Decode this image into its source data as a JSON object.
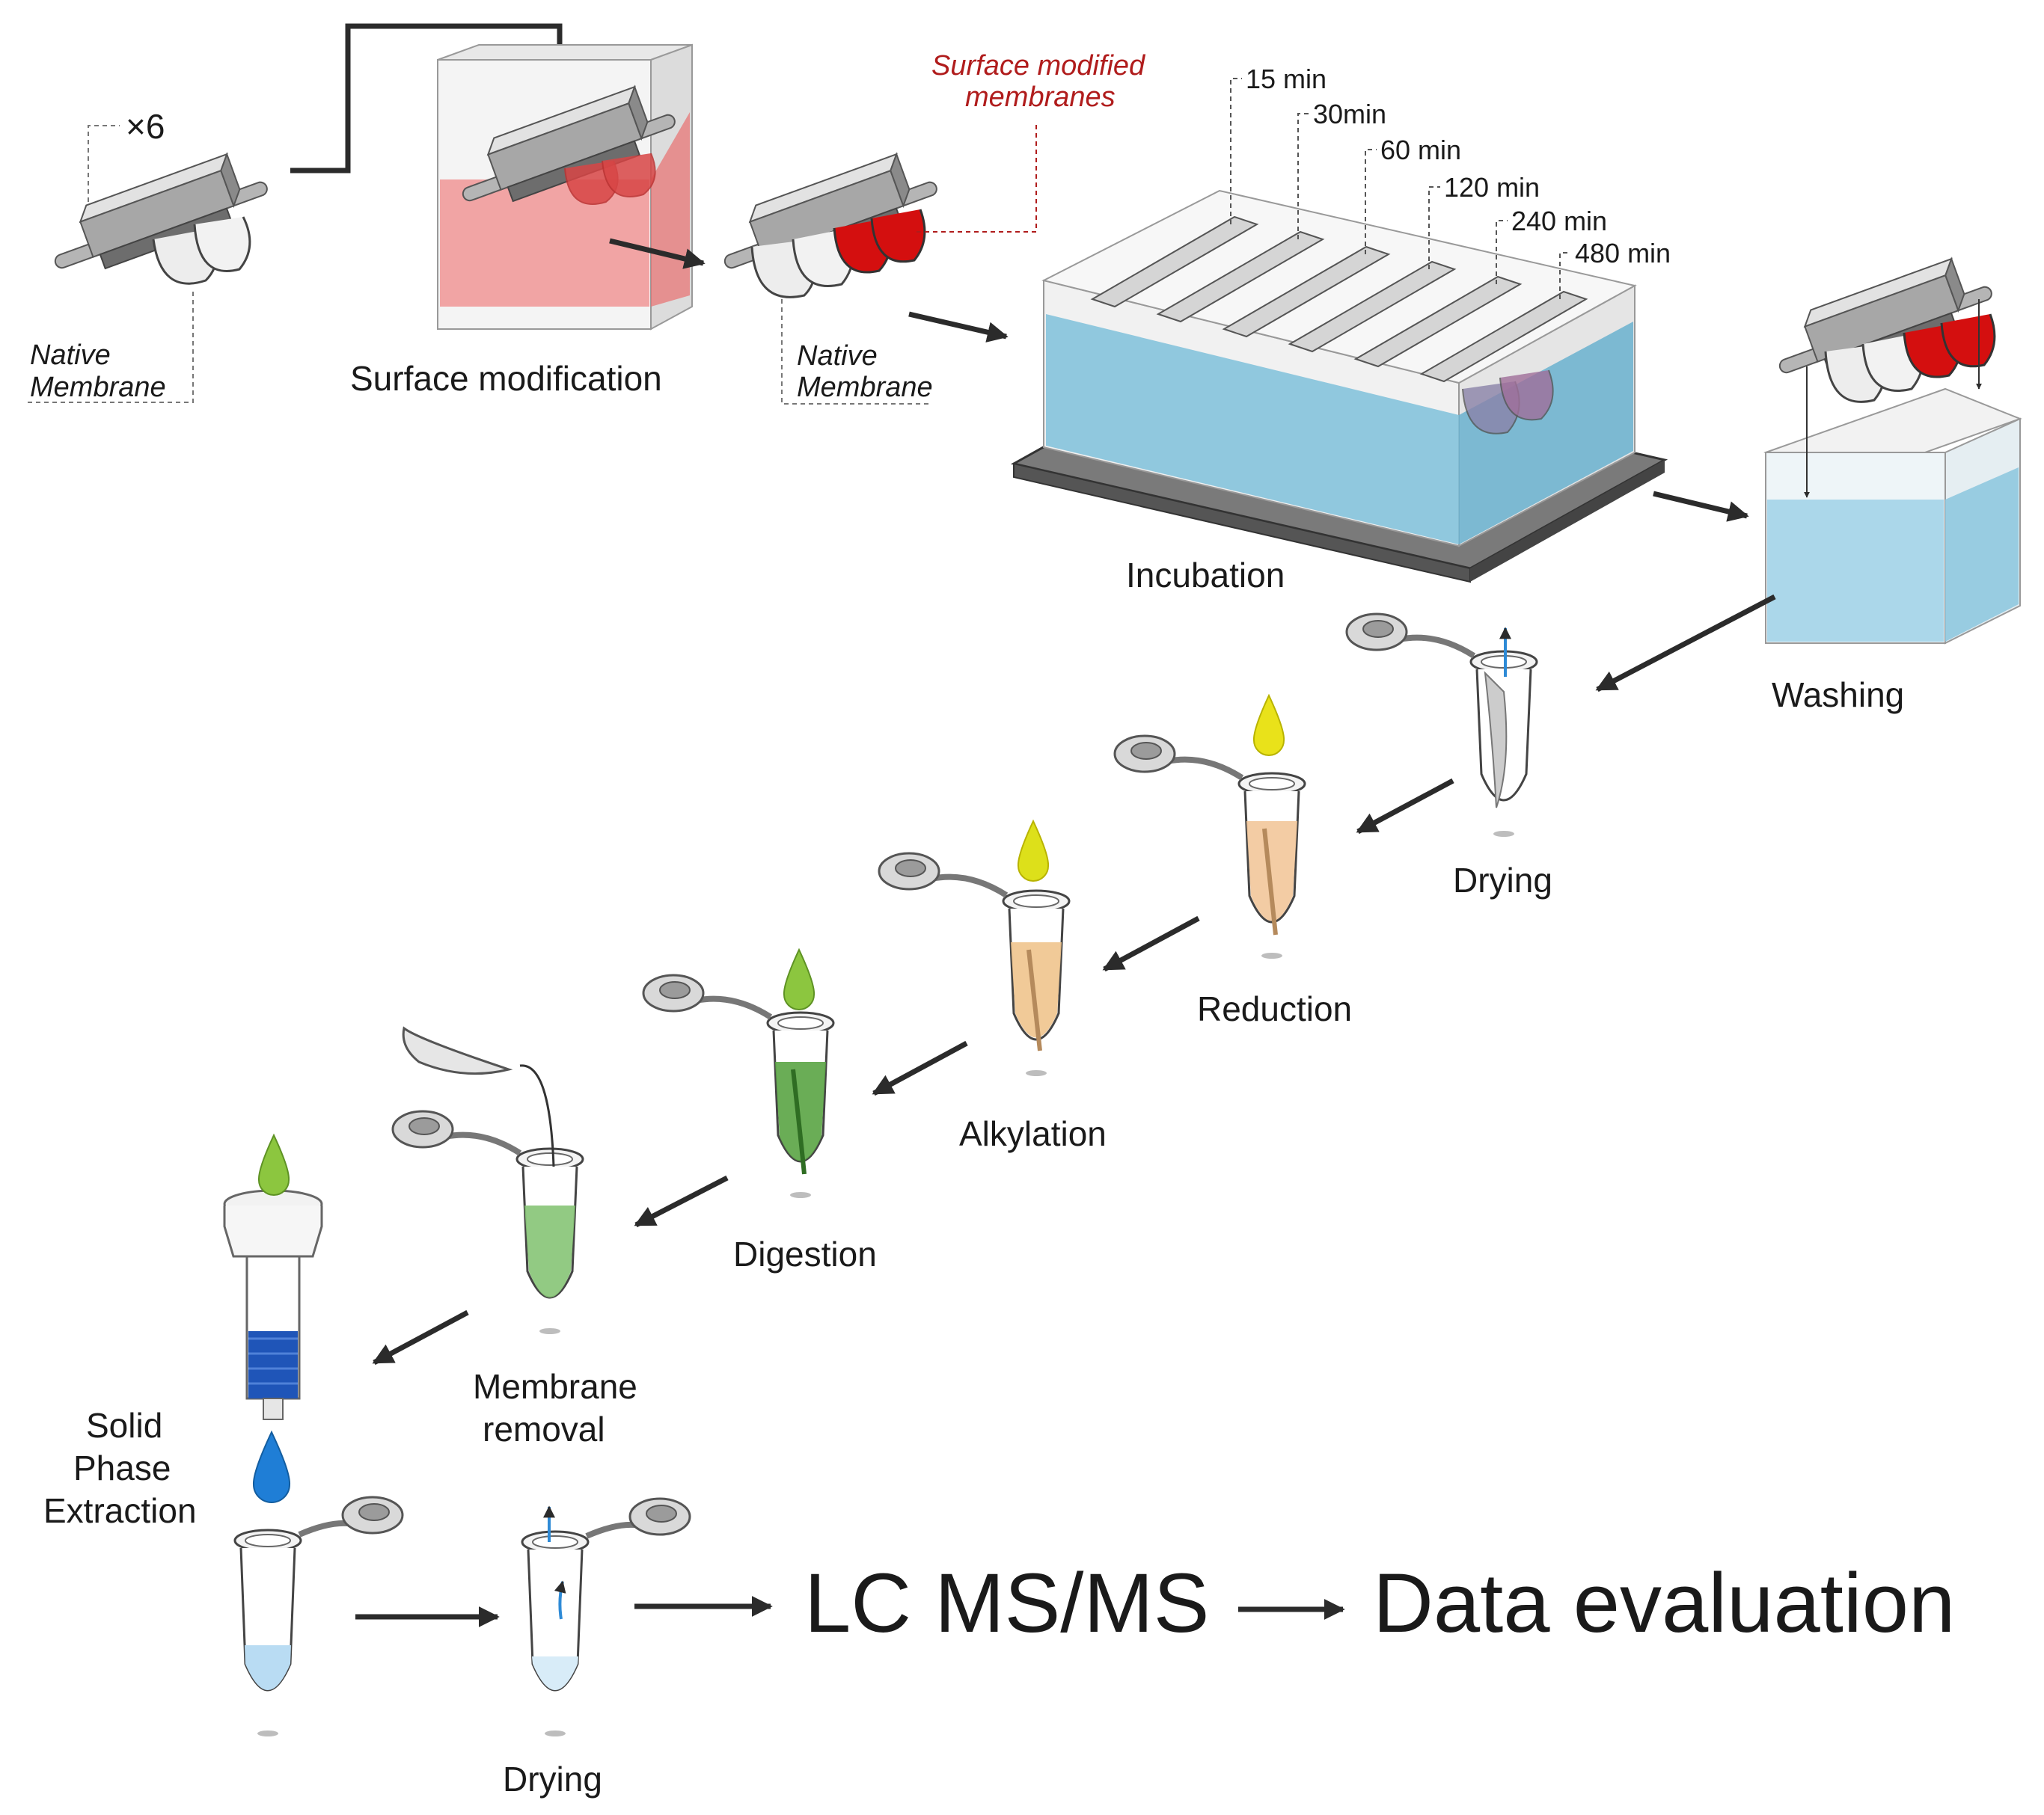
{
  "labels": {
    "multiplier": "×6",
    "native_membrane_1_line1": "Native",
    "native_membrane_1_line2": "Membrane",
    "surface_modification": "Surface modification",
    "surface_modified_line1": "Surface modified",
    "surface_modified_line2": "membranes",
    "native_membrane_2_line1": "Native",
    "native_membrane_2_line2": "Membrane",
    "incubation": "Incubation",
    "washing": "Washing",
    "drying_1": "Drying",
    "reduction": "Reduction",
    "alkylation": "Alkylation",
    "digestion": "Digestion",
    "membrane_removal_line1": "Membrane",
    "membrane_removal_line2": "removal",
    "spe_line1": "Solid",
    "spe_line2": "Phase",
    "spe_line3": "Extraction",
    "drying_2": "Drying",
    "lc_msms": "LC MS/MS",
    "data_evaluation": "Data evaluation"
  },
  "incubation_times": [
    "15 min",
    "30min",
    "60 min",
    "120 min",
    "240 min",
    "480 min"
  ],
  "colors": {
    "modification_bath": "#f08a8a",
    "modified_membrane": "#d40f0f",
    "incubation_bath": "#7fc1db",
    "washing_bath": "#a3d4e8",
    "reduction_liquid": "#f2c79a",
    "reduction_drop": "#e9e21a",
    "alkylation_drop": "#dde01a",
    "digestion_liquid": "#5aa444",
    "digestion_drop": "#8cc63f",
    "removal_liquid": "#86c476",
    "spe_resin": "#1f55b8",
    "spe_drop": "#1f7ed6",
    "eluate": "#b9dcf3"
  },
  "icons": [
    "membrane-holder-icon",
    "bath-tank-icon",
    "reaction-tube-icon",
    "drop-icon",
    "spe-cartridge-icon",
    "evaporation-arrow-icon"
  ]
}
